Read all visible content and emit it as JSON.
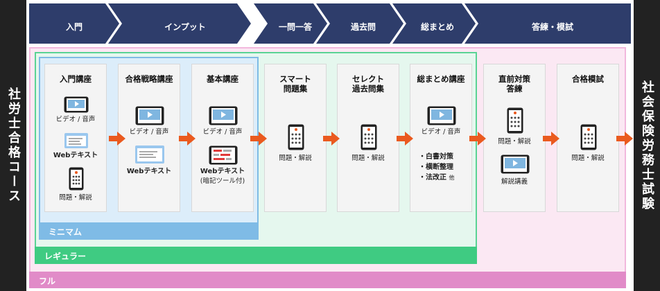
{
  "side": {
    "left": "社労士合格コース",
    "right": "社会保険労務士試験"
  },
  "stages": [
    "入門",
    "インプット",
    "一問一答",
    "過去問",
    "総まとめ",
    "答練・模試"
  ],
  "bands": {
    "minimum": "ミニマム",
    "regular": "レギュラー",
    "full": "フル"
  },
  "cards": {
    "intro": {
      "title": "入門講座",
      "video": "ビデオ / 音声",
      "webtext": "Webテキスト",
      "qa": "問題・解説"
    },
    "strategy": {
      "title": "合格戦略講座",
      "video": "ビデオ / 音声",
      "webtext": "Webテキスト"
    },
    "basic": {
      "title": "基本講座",
      "video": "ビデオ / 音声",
      "webtext": "Webテキスト",
      "webtext_note": "(暗記ツール付)"
    },
    "smart": {
      "title_l1": "スマート",
      "title_l2": "問題集",
      "qa": "問題・解説"
    },
    "select": {
      "title_l1": "セレクト",
      "title_l2": "過去問集",
      "qa": "問題・解説"
    },
    "summary": {
      "title": "総まとめ講座",
      "video": "ビデオ / 音声",
      "items": [
        "・白書対策",
        "・横断整理",
        "・法改正"
      ],
      "items_suffix": "他"
    },
    "drill": {
      "title_l1": "直前対策",
      "title_l2": "答練",
      "qa": "問題・解説",
      "lecture": "解説講義"
    },
    "mock": {
      "title": "合格模試",
      "qa": "問題・解説"
    }
  },
  "colors": {
    "header": "#2e3d6b",
    "arrow": "#ea5a1f",
    "minimum": "#7fbbe6",
    "regular": "#3fcb82",
    "full": "#e18bc8"
  }
}
